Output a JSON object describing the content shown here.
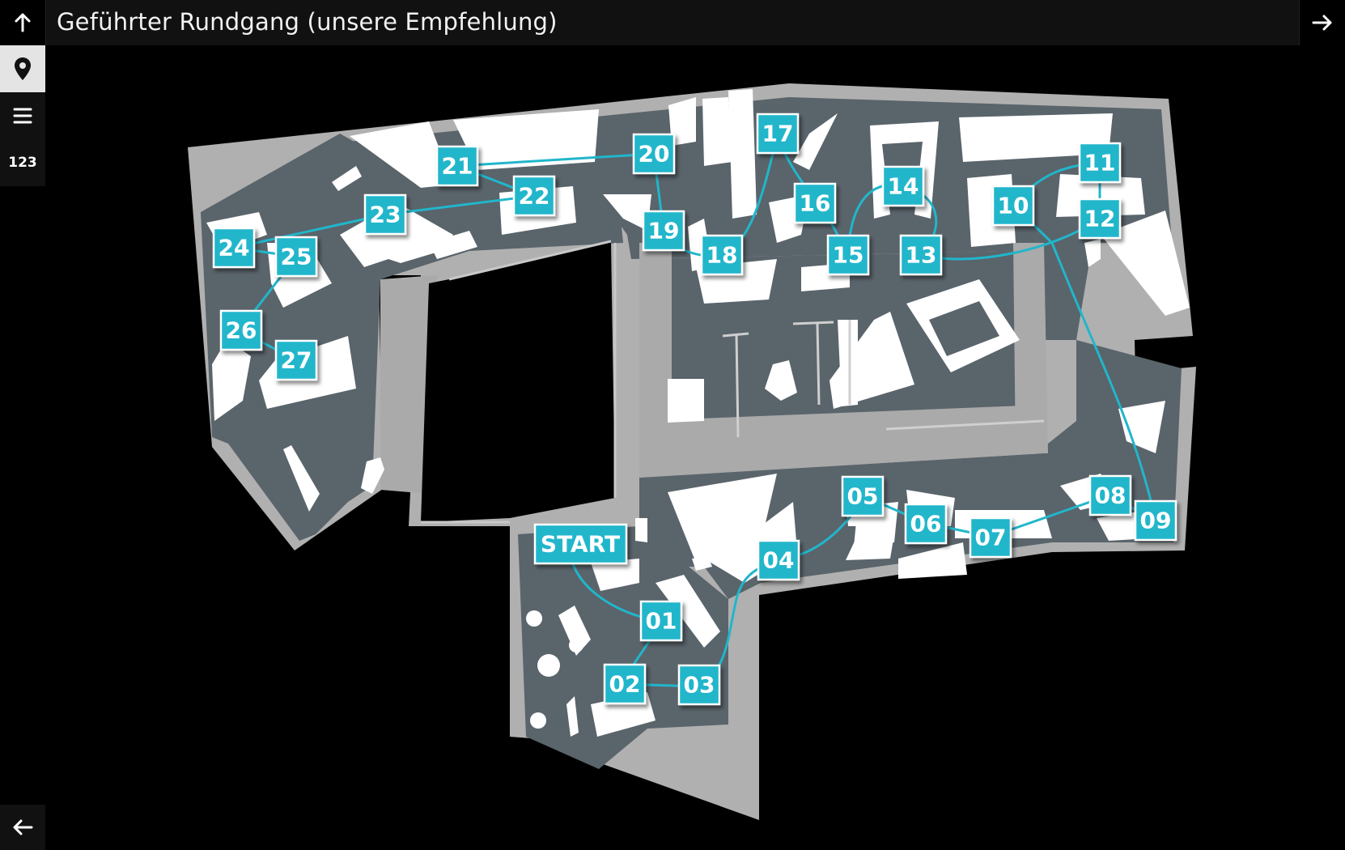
{
  "header": {
    "title": "Geführter Rundgang (unsere Empfehlung)",
    "up_icon": "arrow-up-icon",
    "next_icon": "arrow-right-icon"
  },
  "sidebar": {
    "pin_icon": "map-pin-icon",
    "menu_icon": "hamburger-menu-icon",
    "numbers_label": "123",
    "back_icon": "arrow-left-icon"
  },
  "colors": {
    "accent": "#21b6cb",
    "floor": "#5a646b",
    "corridor": "#aaaaaa",
    "exhibit": "#ffffff",
    "background": "#000000"
  },
  "stations": [
    "START",
    "01",
    "02",
    "03",
    "04",
    "05",
    "06",
    "07",
    "08",
    "09",
    "10",
    "11",
    "12",
    "13",
    "14",
    "15",
    "16",
    "17",
    "18",
    "19",
    "20",
    "21",
    "22",
    "23",
    "24",
    "25",
    "26",
    "27"
  ]
}
